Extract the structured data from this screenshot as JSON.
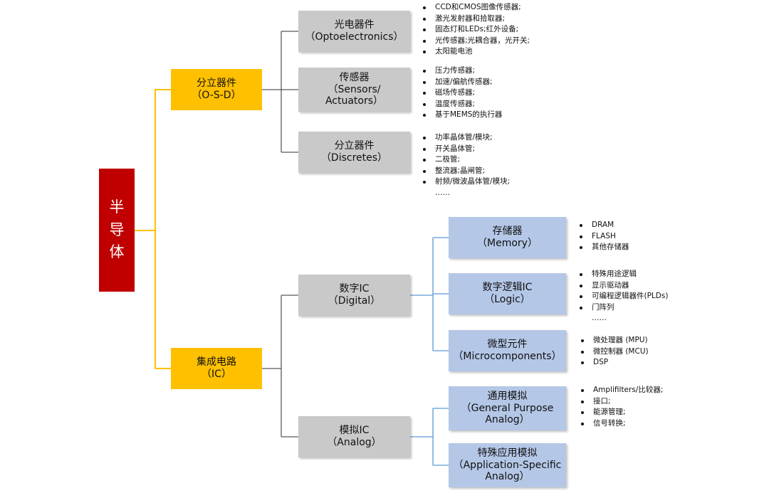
{
  "colors": {
    "root": "#c00000",
    "category": "#ffc000",
    "gray_box": "#c9c9c9",
    "blue_box": "#b4c7e7",
    "yellow_line": "#ffc000",
    "gray_line": "#595959",
    "blue_line": "#5b9bd5"
  },
  "root": {
    "label": "半导体"
  },
  "osd": {
    "line1": "分立器件",
    "line2": "（O-S-D）"
  },
  "ic": {
    "line1": "集成电路",
    "line2": "（IC）"
  },
  "opto": {
    "line1": "光电器件",
    "line2": "（Optoelectronics）",
    "items": [
      "CCD和CMOS图像传感器;",
      "激光发射器和拾取器;",
      "固态灯和LEDs;红外设备;",
      "光传感器;光耦合器，光开关;",
      "太阳能电池"
    ]
  },
  "sensors": {
    "line1": "传感器",
    "line2": "（Sensors/",
    "line3": "Actuators）",
    "items": [
      "压力传感器;",
      "加速/偏航传感器;",
      "磁场传感器;",
      "温度传感器;",
      "基于MEMS的执行器"
    ]
  },
  "discretes": {
    "line1": "分立器件",
    "line2": "（Discretes）",
    "items": [
      "功率晶体管/模块;",
      "开关晶体管;",
      "二极管;",
      "整流器;晶闸管;",
      "射频/微波晶体管/模块;"
    ],
    "ellipsis": "……"
  },
  "digital": {
    "line1": "数字IC",
    "line2": "（Digital）"
  },
  "analog": {
    "line1": "模拟IC",
    "line2": "（Analog）"
  },
  "memory": {
    "line1": "存储器",
    "line2": "（Memory）",
    "items": [
      "DRAM",
      "FLASH",
      "其他存储器"
    ]
  },
  "logic": {
    "line1": "数字逻辑IC",
    "line2": "（Logic）",
    "items": [
      "特殊用途逻辑",
      "显示驱动器",
      "可编程逻辑器件(PLDs)",
      "门阵列"
    ],
    "ellipsis": "……"
  },
  "micro": {
    "line1": "微型元件",
    "line2": "（Microcomponents）",
    "items": [
      "微处理器 (MPU)",
      "微控制器 (MCU)",
      "DSP"
    ]
  },
  "general": {
    "line1": "通用模拟",
    "line2": "（General Purpose",
    "line3": "Analog）",
    "items": [
      "Amplifilters/比较器;",
      "接口;",
      "能源管理;",
      "信号转换;"
    ]
  },
  "appspec": {
    "line1": "特殊应用模拟",
    "line2": "（Application-Specific",
    "line3": "Analog）"
  }
}
